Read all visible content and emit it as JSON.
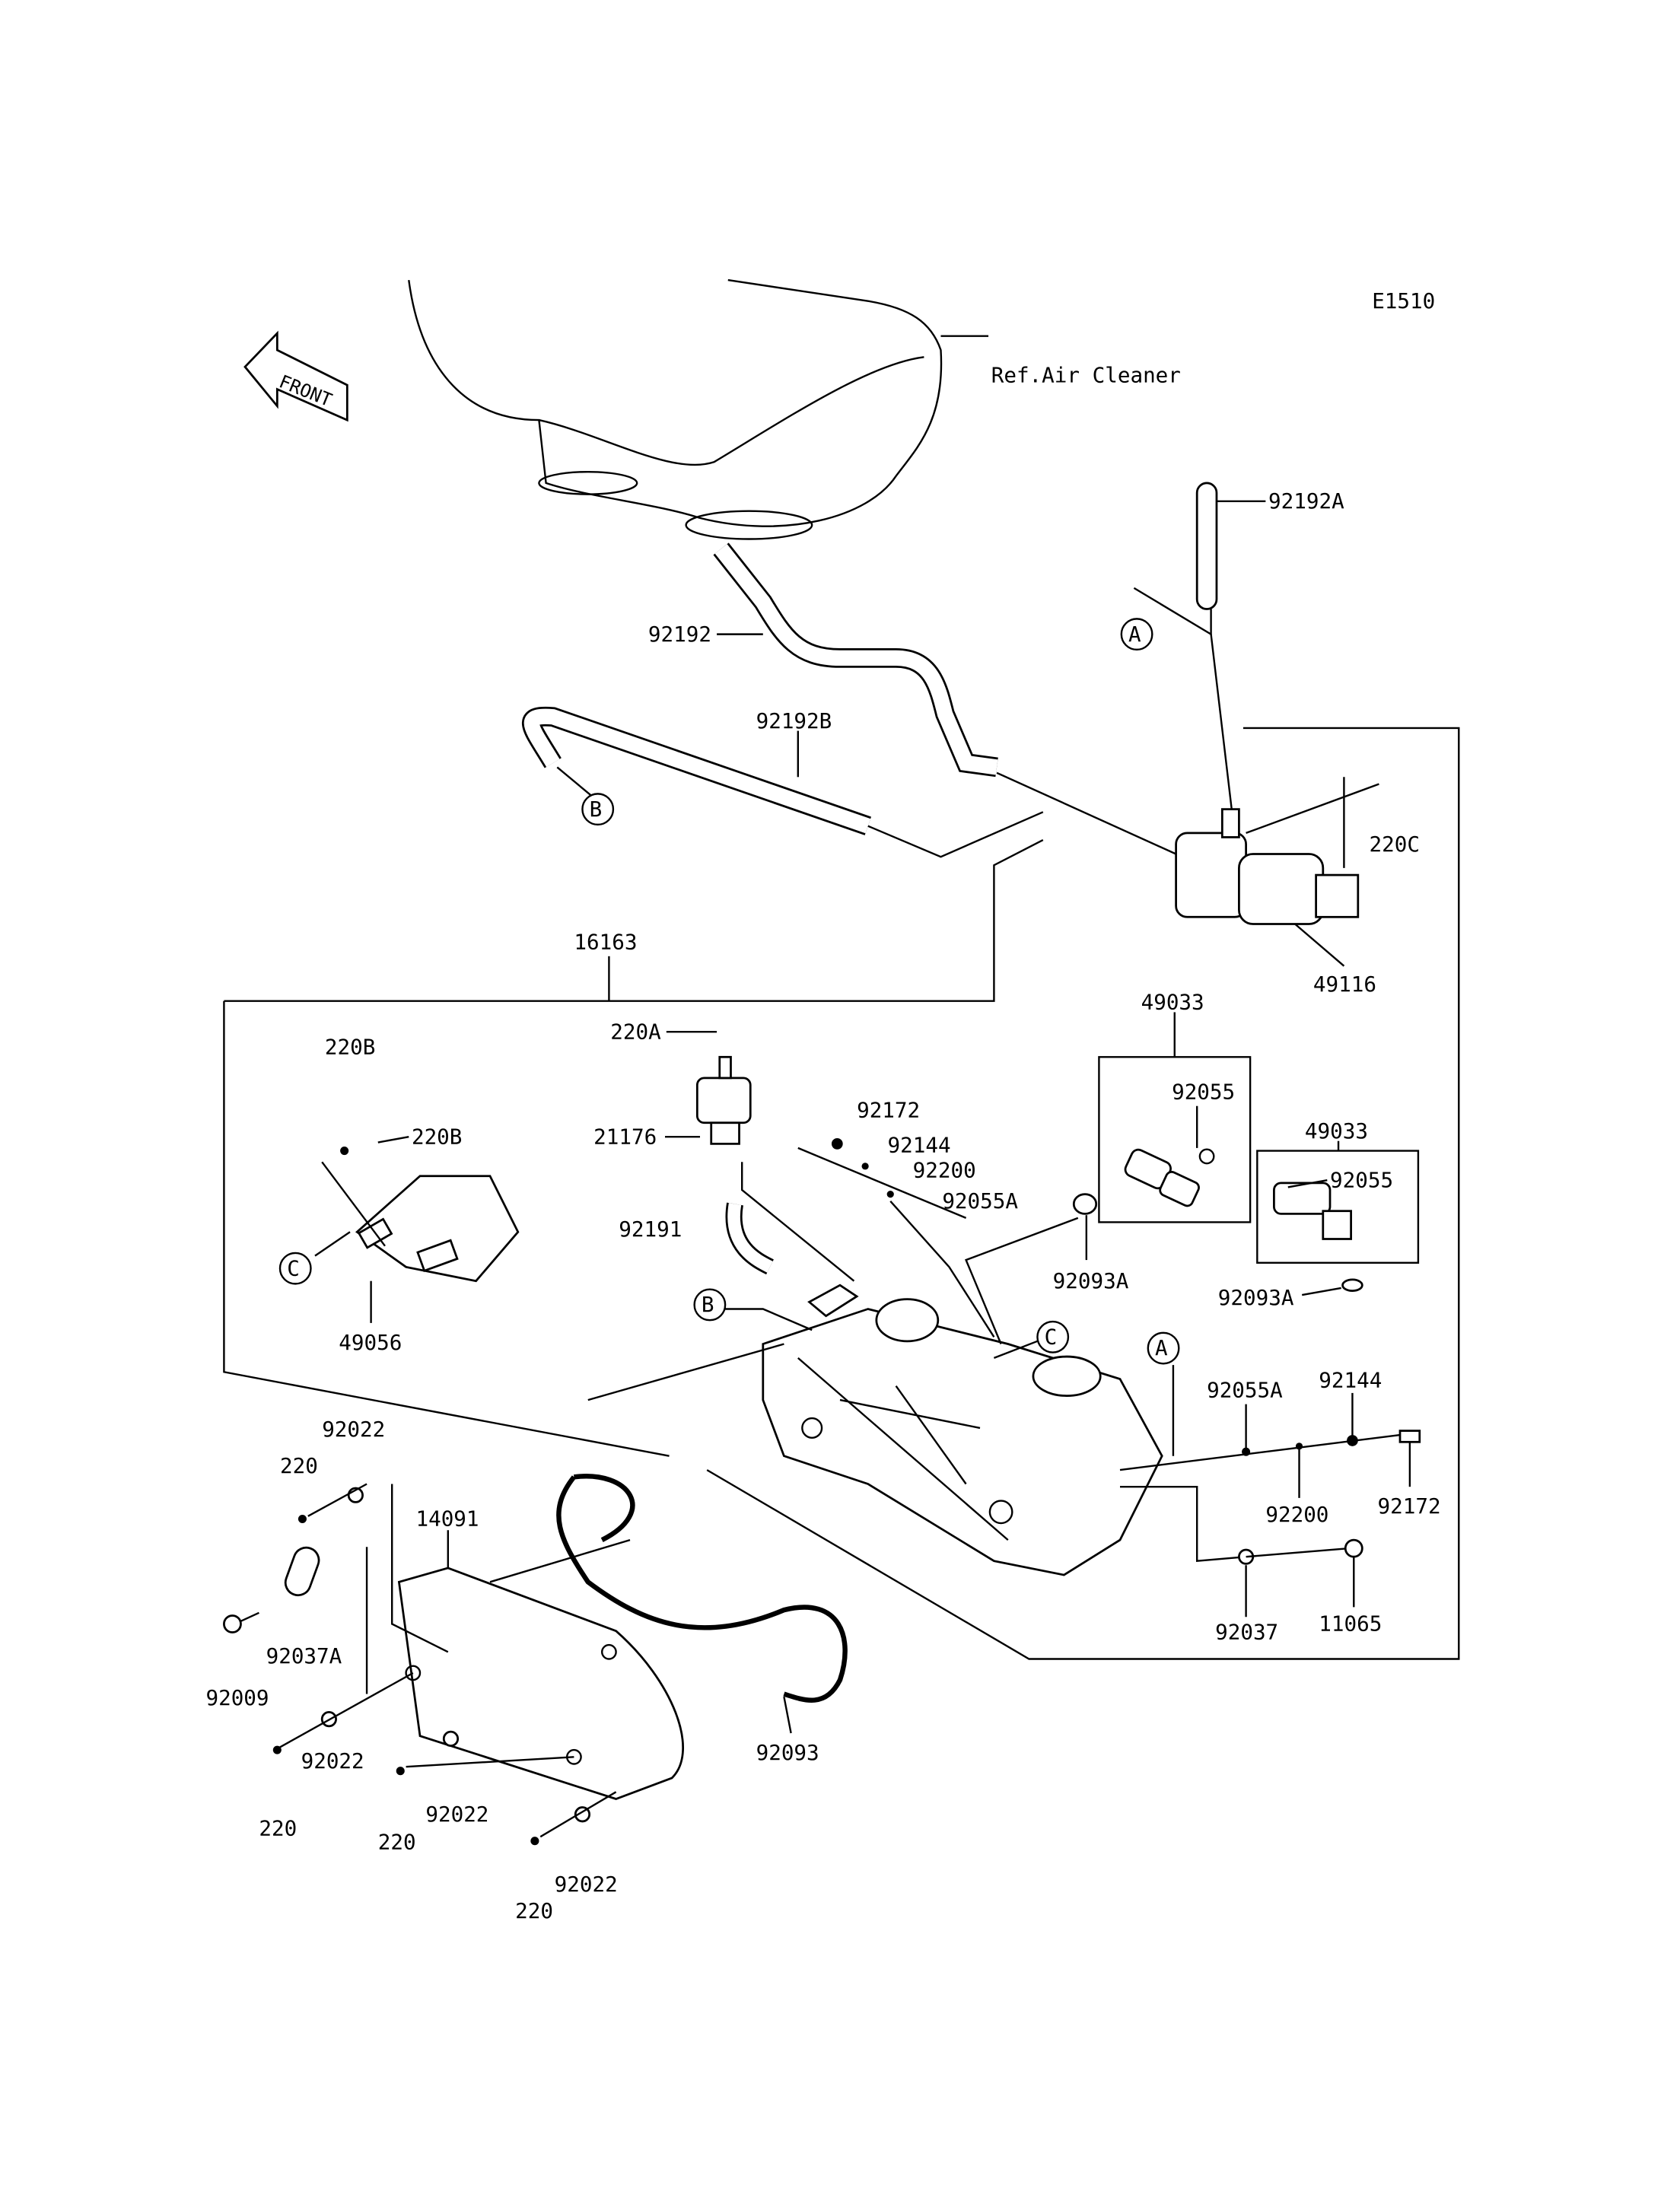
{
  "diagram_code": "E1510",
  "front_label": "FRONT",
  "ref_air_cleaner": "Ref.Air Cleaner",
  "callouts": {
    "a": "A",
    "b": "B",
    "c": "C"
  },
  "labels": {
    "p92192A": "92192A",
    "p92192": "92192",
    "p92192B": "92192B",
    "p220C": "220C",
    "p49116": "49116",
    "p16163": "16163",
    "p49033_1": "49033",
    "p49033_2": "49033",
    "p220A": "220A",
    "p220B_1": "220B",
    "p220B_2": "220B",
    "p92172_1": "92172",
    "p21176": "21176",
    "p92144_1": "92144",
    "p92055_1": "92055",
    "p92200_1": "92200",
    "p92055A_1": "92055A",
    "p92055_2": "92055",
    "p92191": "92191",
    "p92093A_1": "92093A",
    "p92093A_2": "92093A",
    "p49056": "49056",
    "p92055A_2": "92055A",
    "p92144_2": "92144",
    "p92022_1": "92022",
    "p220_1": "220",
    "p14091": "14091",
    "p92200_2": "92200",
    "p92172_2": "92172",
    "p92037A": "92037A",
    "p92037": "92037",
    "p11065": "11065",
    "p92009": "92009",
    "p92093": "92093",
    "p92022_2": "92022",
    "p220_2": "220",
    "p92022_3": "92022",
    "p220_3": "220",
    "p92022_4": "92022",
    "p220_4": "220"
  }
}
